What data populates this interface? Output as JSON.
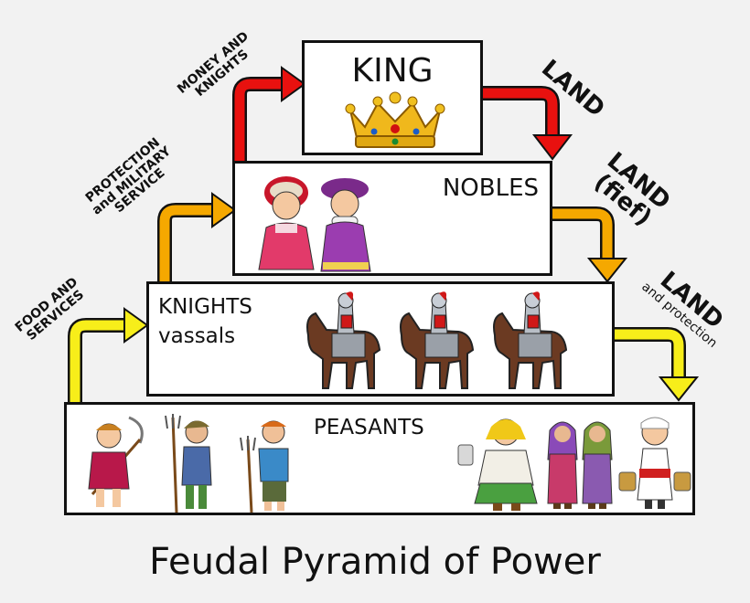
{
  "title": "Feudal Pyramid of Power",
  "tiers": {
    "king": "KING",
    "nobles": "NOBLES",
    "knights": [
      "KNIGHTS",
      "vassals"
    ],
    "peasants": "PEASANTS"
  },
  "flows_up": {
    "money_knights": [
      "MONEY AND",
      "KNIGHTS"
    ],
    "protection": [
      "PROTECTION",
      "and MILITARY",
      "SERVICE"
    ],
    "food": [
      "FOOD AND",
      "SERVICES"
    ]
  },
  "flows_down": {
    "land_king": "LAND",
    "land_fief": [
      "LAND",
      "(fief)"
    ],
    "land_protection": "LAND",
    "land_protection_sub": "and protection"
  },
  "colors": {
    "red": "#e8110f",
    "orange": "#f5a800",
    "yellow": "#f7ee1a"
  }
}
